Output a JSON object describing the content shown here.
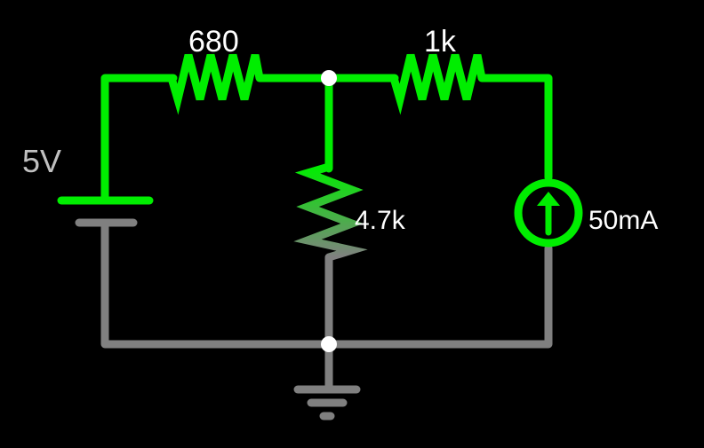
{
  "diagram": {
    "type": "circuit-schematic",
    "colors": {
      "background": "#000000",
      "live_wire": "#00ee00",
      "ground_wire": "#808080",
      "node": "#ffffff",
      "label": "#ffffff",
      "source_label": "#c0c0c0"
    },
    "components": {
      "voltage_source": {
        "label": "5V",
        "icon": "battery-icon"
      },
      "resistor_r1": {
        "label": "680",
        "icon": "resistor-icon"
      },
      "resistor_r2": {
        "label": "1k",
        "icon": "resistor-icon"
      },
      "resistor_r3": {
        "label": "4.7k",
        "icon": "resistor-icon"
      },
      "current_source": {
        "label": "50mA",
        "icon": "current-source-arrow-up-icon"
      },
      "ground": {
        "icon": "ground-icon"
      }
    }
  }
}
